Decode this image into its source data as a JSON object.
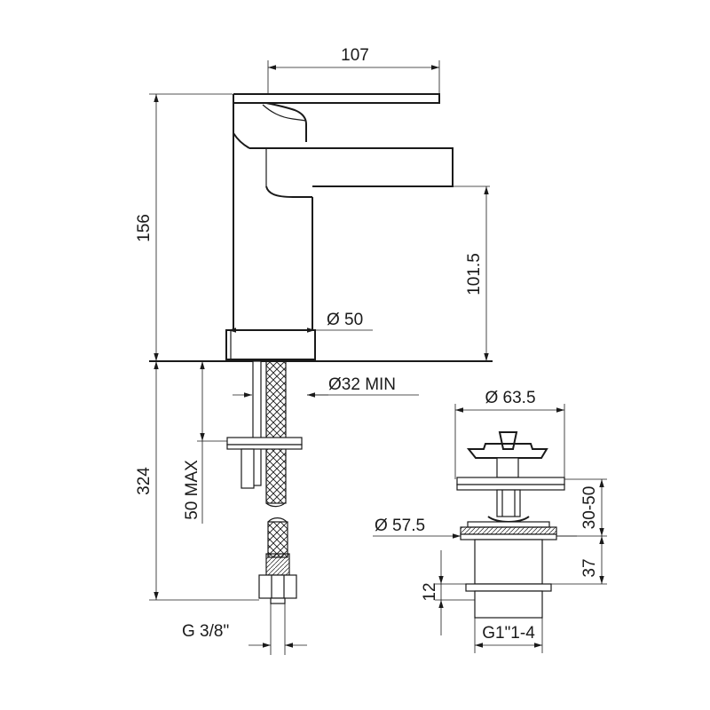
{
  "dimensions": {
    "spout_depth": "107",
    "total_height": "156",
    "spout_height": "101.5",
    "base_diameter": "Ø 50",
    "hole_diameter": "Ø32 MIN",
    "below_deck_length": "324",
    "max_deck_thickness": "50 MAX",
    "hose_thread": "G 3/8\"",
    "waste_top_diameter": "Ø 63.5",
    "waste_flange_diameter": "Ø 57.5",
    "waste_adjust_range": "30-50",
    "waste_body_height": "37",
    "waste_thread_height": "12",
    "waste_thread": "G1\"1-4"
  }
}
